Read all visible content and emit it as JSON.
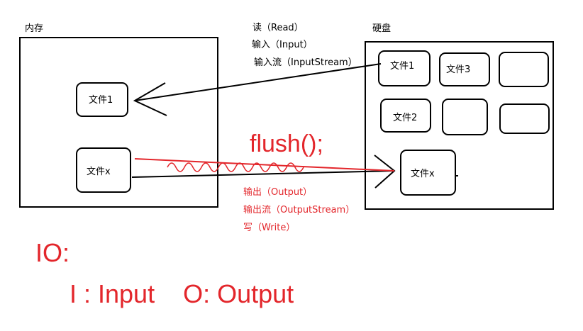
{
  "memory_panel": {
    "title": "内存",
    "file_1": "文件1",
    "file_x": "文件x"
  },
  "disk_panel": {
    "title": "硬盘",
    "file_1": "文件1",
    "file_3": "文件3",
    "file_2": "文件2",
    "file_x": "文件x"
  },
  "read_labels": {
    "read": "读（Read）",
    "input": "输入（Input）",
    "input_stream": "输入流（InputStream）"
  },
  "write_labels": {
    "output": "输出（Output）",
    "output_stream": "输出流（OutputStream）",
    "write": "写（Write）"
  },
  "flush_label": "flush();",
  "io_title": "IO:",
  "io_expansion": "I : Input    O: Output",
  "colors": {
    "stroke": "#000000",
    "annotation_red": "#e3262b"
  }
}
